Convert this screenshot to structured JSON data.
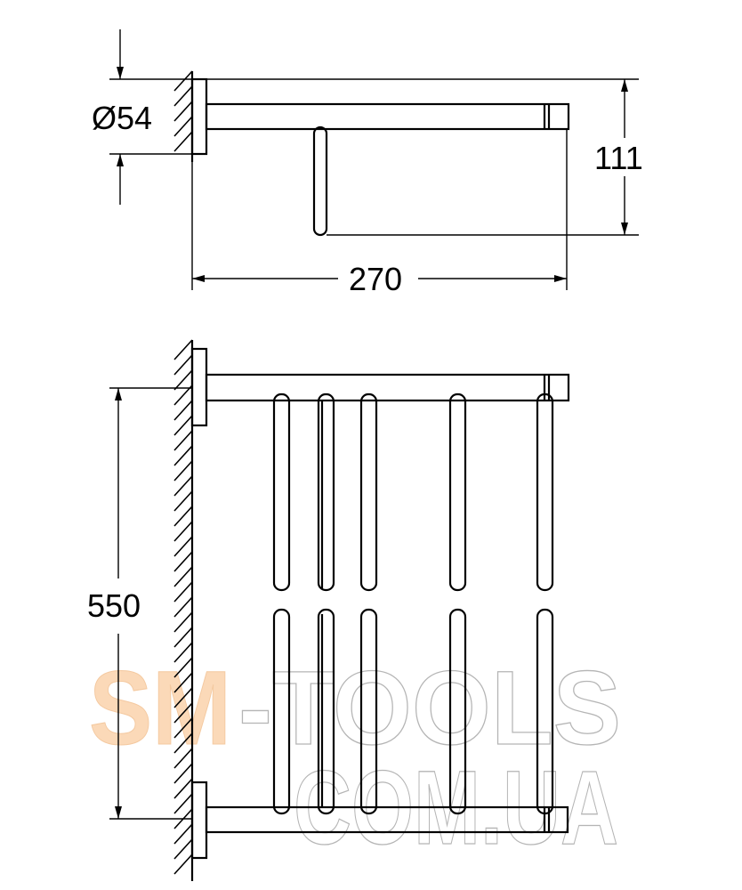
{
  "drawing": {
    "top_view": {
      "diameter_label": "Ø54",
      "depth_label": "111",
      "length_label": "270"
    },
    "front_view": {
      "height_label": "550",
      "rod_count": 5
    }
  },
  "watermark": {
    "line1_brand": "SM",
    "line1_rest": "-TOOLS",
    "line2": "COM.UA",
    "brand_color": "#fbd9b8",
    "outline_color": "#b5b5b5"
  }
}
